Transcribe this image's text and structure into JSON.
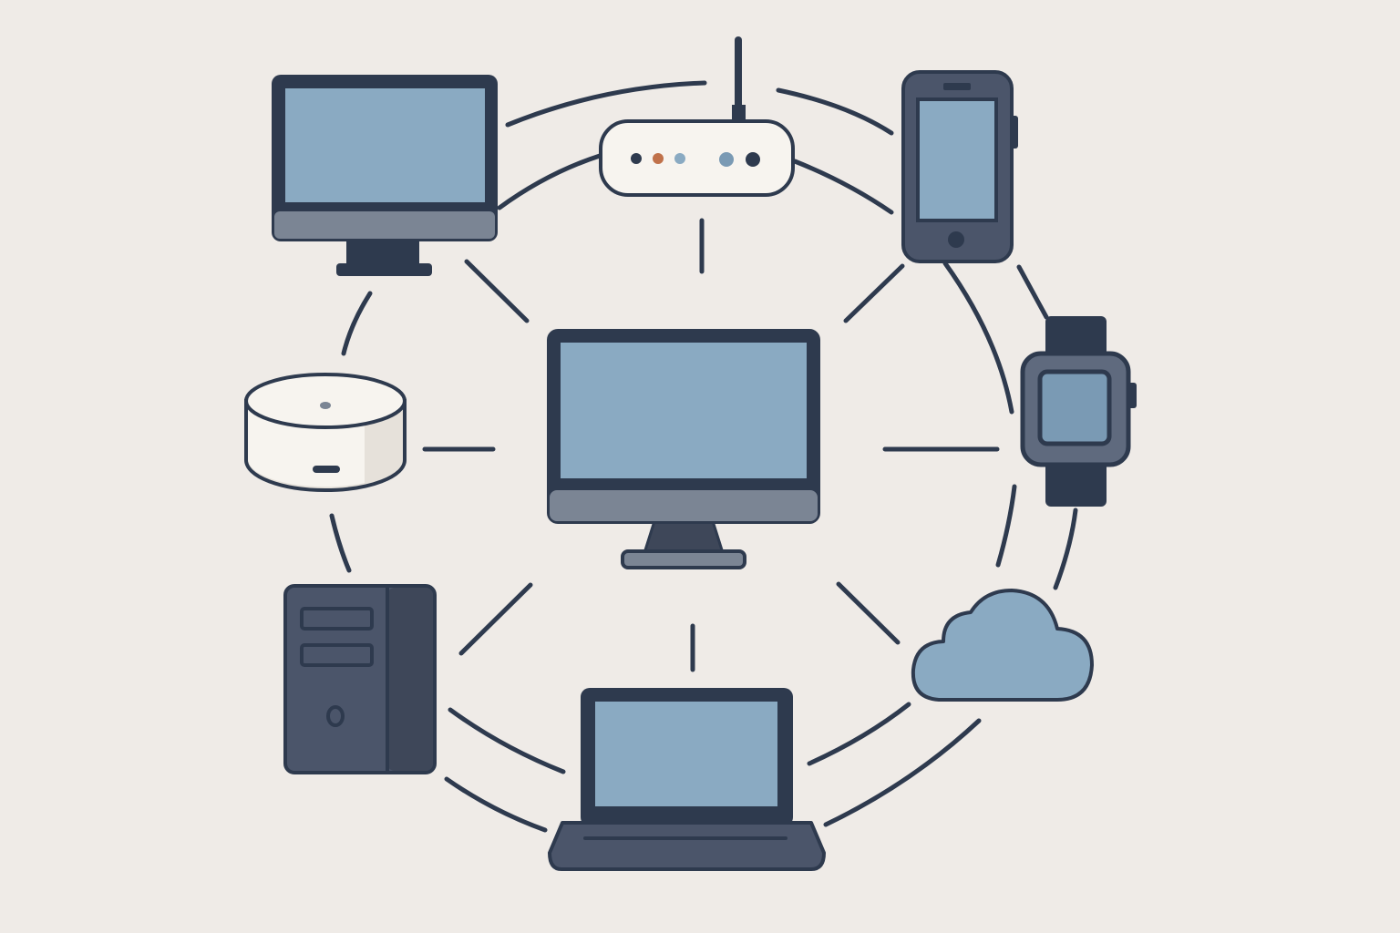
{
  "colors": {
    "background": "#efebe7",
    "outline": "#2e3a4e",
    "screen": "#8aaac2",
    "bezel_chin": "#7b8594",
    "device_body": "#3e4759",
    "device_light": "#f7f4ef",
    "indicator_orange": "#c0714a"
  },
  "devices": [
    "central-desktop-monitor",
    "desktop-monitor",
    "wifi-router",
    "smartphone",
    "smartwatch",
    "cloud",
    "laptop",
    "tower-pc",
    "smart-speaker"
  ]
}
